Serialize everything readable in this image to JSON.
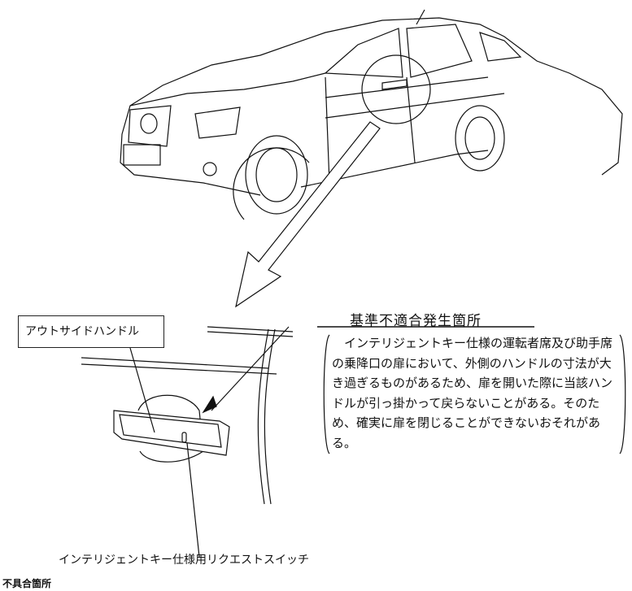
{
  "diagram": {
    "outside_handle_label": "アウトサイドハンドル",
    "heading": "基準不適合発生箇所",
    "description_lines": [
      "　インテリジェントキー仕様の運転者席及び助手席",
      "の乗降口の扉において、外側のハンドルの寸法が大",
      "き過ぎるものがあるため、扉を開いた際に当該ハン",
      "ドルが引っ掛かって戻らないことがある。そのた",
      "め、確実に扉を閉じることができないおそれがあ",
      "る。"
    ],
    "switch_label": "インテリジェントキー仕様用リクエストスイッチ",
    "caption": "不具合箇所"
  }
}
